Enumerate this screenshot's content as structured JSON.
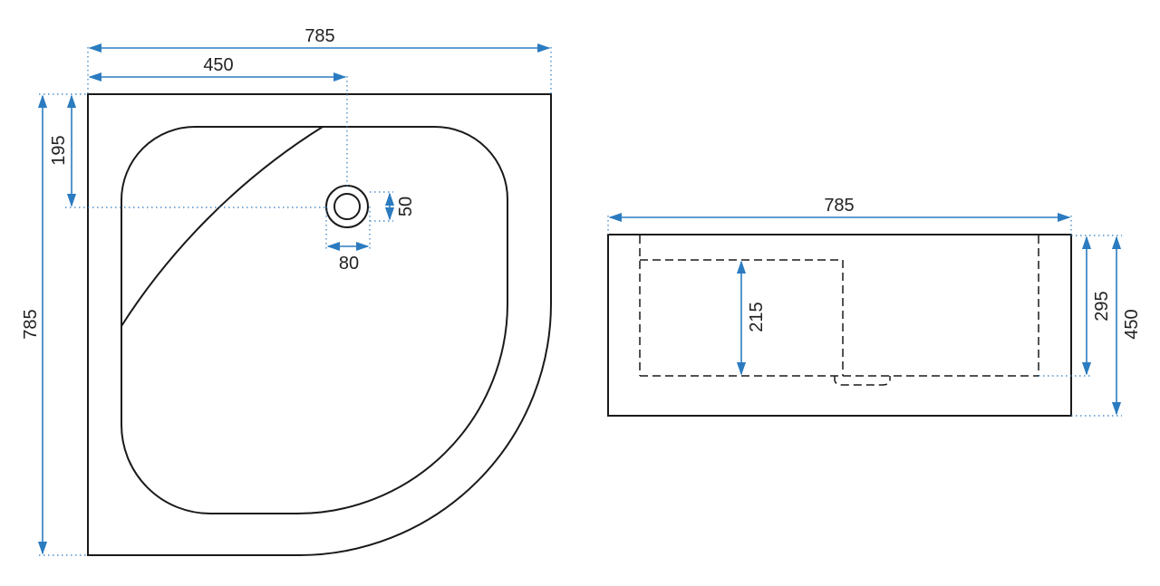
{
  "colors": {
    "outline": "#1a1a1a",
    "dimension": "#2b7bc0"
  },
  "top_view": {
    "overall_width_label": "785",
    "drain_offset_x_label": "450",
    "drain_offset_y_label": "195",
    "overall_depth_label": "785",
    "drain_height_label": "50",
    "drain_width_label": "80"
  },
  "side_view": {
    "overall_width_label": "785",
    "inner_depth_label": "215",
    "basin_height_label": "295",
    "overall_height_label": "450"
  }
}
